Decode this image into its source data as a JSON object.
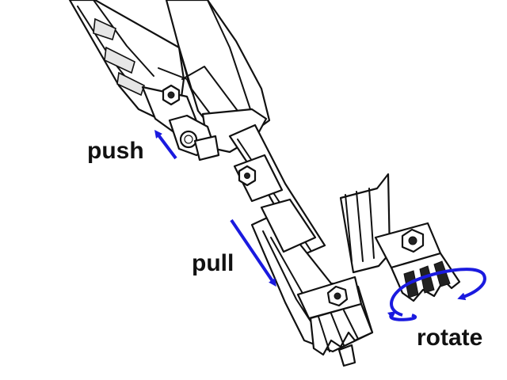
{
  "labels": {
    "push": "push",
    "pull": "pull",
    "rotate": "rotate"
  },
  "colors": {
    "arrow": "#1a1adf",
    "ink": "#111111",
    "background": "#ffffff"
  }
}
